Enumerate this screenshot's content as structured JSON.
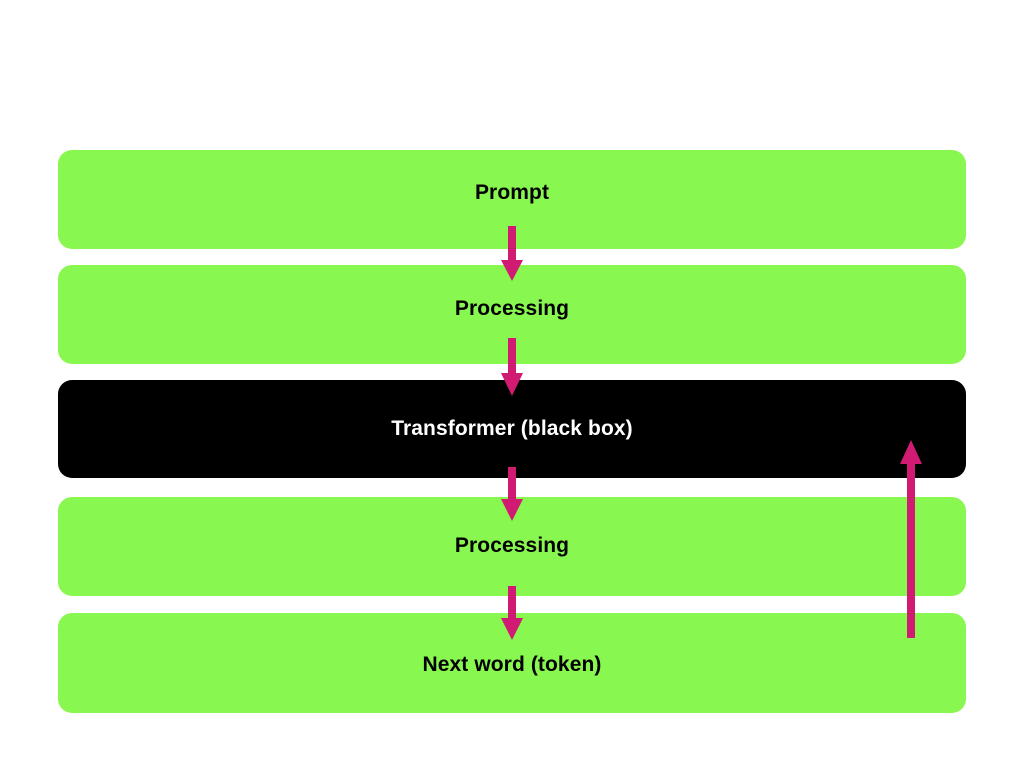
{
  "diagram": {
    "title_text_present": false,
    "background_color": "#ffffff",
    "colors": {
      "stage_green": "#88f750",
      "stage_black": "#000000",
      "arrow_pink": "#d11a72",
      "text_on_green": "#000000",
      "text_on_black": "#ffffff"
    },
    "stages": [
      {
        "id": "prompt",
        "label": "Prompt",
        "style": "green"
      },
      {
        "id": "processing-1",
        "label": "Processing",
        "style": "green"
      },
      {
        "id": "transformer",
        "label": "Transformer (black box)",
        "style": "black"
      },
      {
        "id": "processing-2",
        "label": "Processing",
        "style": "green"
      },
      {
        "id": "nextword",
        "label": "Next word (token)",
        "style": "green"
      }
    ],
    "arrows": [
      {
        "id": "prompt-to-processing-1",
        "direction": "down",
        "from": "prompt",
        "to": "processing-1"
      },
      {
        "id": "processing-1-to-transformer",
        "direction": "down",
        "from": "processing-1",
        "to": "transformer"
      },
      {
        "id": "transformer-to-processing-2",
        "direction": "down",
        "from": "transformer",
        "to": "processing-2"
      },
      {
        "id": "processing-2-to-nextword",
        "direction": "down",
        "from": "processing-2",
        "to": "nextword"
      },
      {
        "id": "nextword-feedback-to-transformer",
        "direction": "up",
        "from": "nextword",
        "to": "transformer"
      }
    ]
  }
}
